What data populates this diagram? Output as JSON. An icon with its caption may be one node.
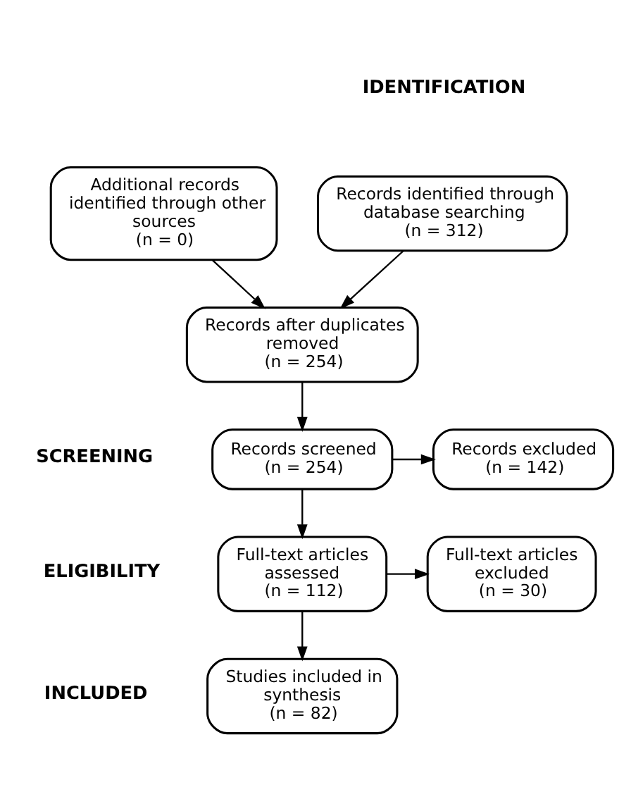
{
  "diagram": {
    "nodes": [
      {
        "text": [
          "Records identified through database searching",
          "(n = 312)"
        ]
      },
      {
        "text": [
          "Additional records identified through other sources",
          "(n = 0)"
        ]
      },
      {
        "text": [
          "Records after duplicates removed",
          "(n = 254)"
        ]
      },
      {
        "text": [
          "Records screened",
          "(n = 254)"
        ]
      },
      {
        "text": [
          "Records excluded",
          "(n = 142)"
        ]
      },
      {
        "text": [
          "Full-text articles assessed",
          "(n = 112)"
        ]
      },
      {
        "text": [
          "Full-text articles excluded",
          "(n = 30)"
        ]
      },
      {
        "text": [
          "Studies included in synthesis",
          "(n = 82)"
        ]
      }
    ],
    "edges": [
      {
        "from": 0,
        "to": 2,
        "arrow": "to"
      },
      {
        "from": 1,
        "to": 2,
        "arrow": "to"
      },
      {
        "from": 2,
        "to": 3,
        "arrow": "to"
      },
      {
        "from": 3,
        "to": 4,
        "arrow": "to"
      },
      {
        "from": 3,
        "to": 5,
        "arrow": "to"
      },
      {
        "from": 5,
        "to": 6,
        "arrow": "to"
      },
      {
        "from": 5,
        "to": 7,
        "arrow": "to"
      }
    ],
    "labels": [
      "IDENTIFICATION",
      "SCREENING",
      "ELIGIBILITY",
      "INCLUDED"
    ]
  }
}
